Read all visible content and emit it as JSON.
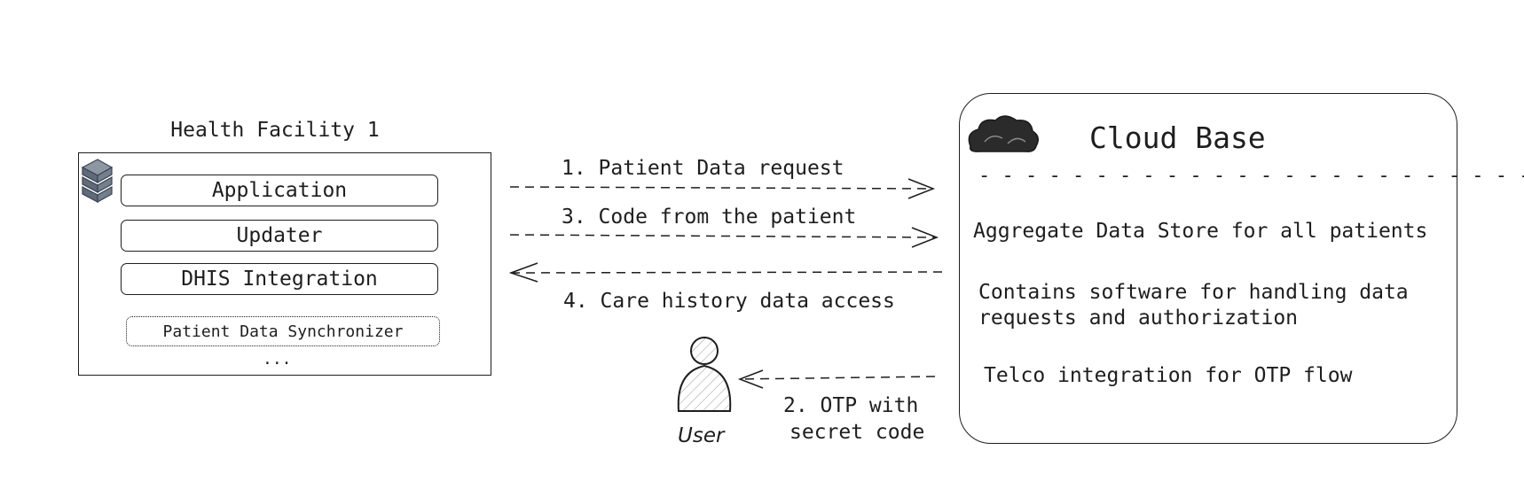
{
  "facility": {
    "title": "Health Facility 1",
    "modules": [
      "Application",
      "Updater",
      "DHIS Integration"
    ],
    "synchronizer": "Patient Data Synchronizer",
    "more": "..."
  },
  "cloud": {
    "title": "Cloud Base",
    "divider": "- - - - - - - - - - - - - - - - - - - - - - - - - -",
    "items": [
      "Aggregate Data Store for all patients",
      "Contains software for handling data",
      "requests and authorization",
      "Telco integration for OTP flow"
    ]
  },
  "flows": {
    "step1": "1. Patient Data request",
    "step3": "3. Code from the patient",
    "step4": "4. Care history data access",
    "step2_line1": "2. OTP with",
    "step2_line2": "secret code"
  },
  "user": {
    "label": "User"
  },
  "icons": {
    "facility": "server-stack-icon",
    "cloud": "cloud-icon",
    "user": "user-icon"
  },
  "colors": {
    "stroke": "#1e1e1e",
    "server": "#5f6b7a",
    "cloud": "#2b2b2b"
  }
}
